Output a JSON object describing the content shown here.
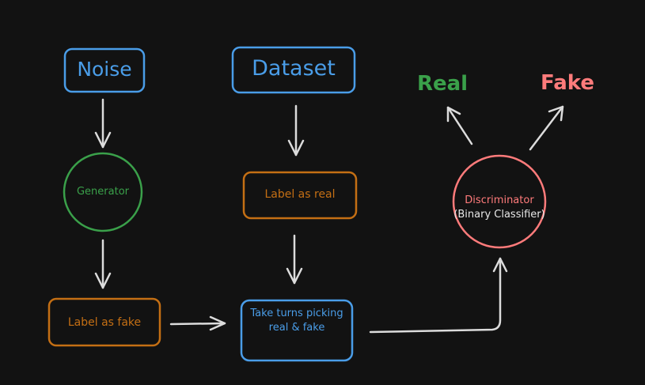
{
  "colors": {
    "background": "#121212",
    "blue": "#4a9de8",
    "green": "#3aa04a",
    "orange": "#c46f14",
    "red": "#ff7b7b",
    "arrow": "#dcdcdc",
    "white_text": "#e8e8e8"
  },
  "nodes": {
    "noise": "Noise",
    "dataset": "Dataset",
    "generator": "Generator",
    "label_real": "Label as real",
    "label_fake": "Label as fake",
    "take_turns": "Take turns picking real & fake",
    "discriminator": "Discriminator",
    "discriminator_sub": "(Binary Classifier)",
    "real_output": "Real",
    "fake_output": "Fake"
  }
}
